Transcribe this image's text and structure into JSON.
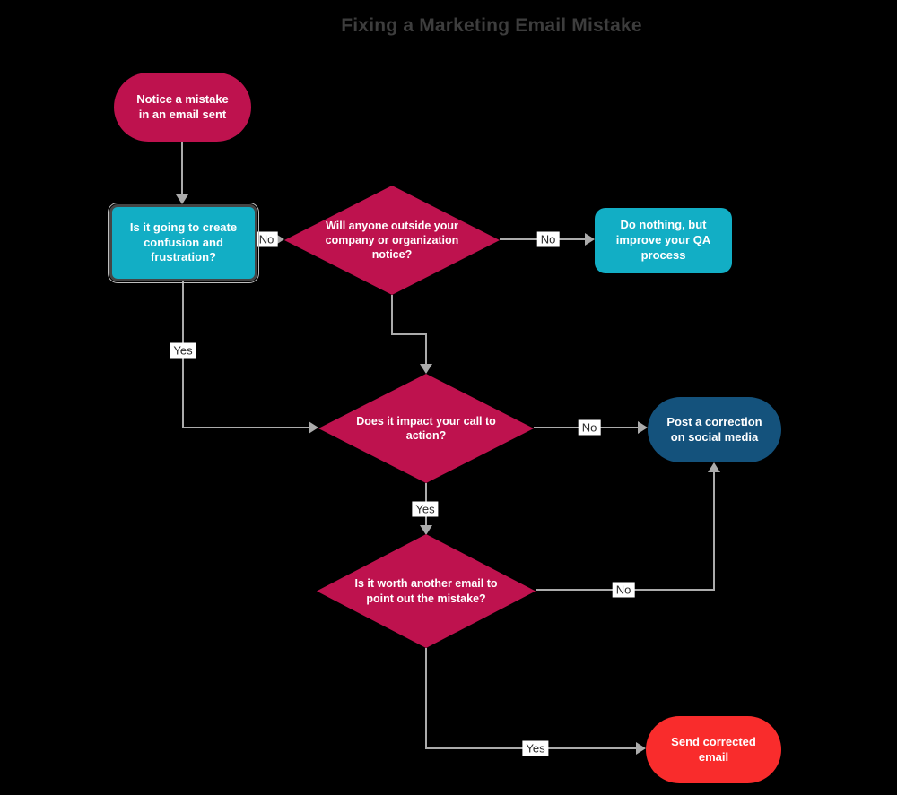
{
  "title": "Fixing a Marketing Email Mistake",
  "colors": {
    "background": "#000000",
    "title_text": "#3D3D3D",
    "node_crimson": "#BE124E",
    "node_teal": "#12AEC5",
    "node_dark_blue": "#14527C",
    "node_red": "#F92C2C",
    "node_text": "#FFFFFF",
    "connector_gray": "#ABABAB",
    "selected_border": "#454545",
    "edge_label_bg": "#FFFFFF",
    "edge_label_text": "#2B2B2B"
  },
  "nodes": {
    "start": {
      "label": "Notice a mistake in an email sent",
      "shape": "stadium",
      "fill": "#BE124E"
    },
    "confusion": {
      "label": "Is it going to create confusion and frustration?",
      "shape": "rectangle",
      "fill": "#12AEC5",
      "selected": true
    },
    "outside_notice": {
      "label": "Will anyone outside your company or organization notice?",
      "shape": "diamond",
      "fill": "#BE124E"
    },
    "do_nothing": {
      "label": "Do nothing, but improve your QA process",
      "shape": "rounded-rectangle",
      "fill": "#12AEC5"
    },
    "impact_cta": {
      "label": "Does it impact your call to action?",
      "shape": "diamond",
      "fill": "#BE124E"
    },
    "social_media": {
      "label": "Post a correction on social media",
      "shape": "stadium",
      "fill": "#14527C"
    },
    "worth_email": {
      "label": "Is it worth another email to point out the mistake?",
      "shape": "diamond",
      "fill": "#BE124E"
    },
    "send_email": {
      "label": "Send corrected email",
      "shape": "stadium",
      "fill": "#F92C2C"
    }
  },
  "edges": [
    {
      "from": "start",
      "to": "confusion",
      "label": ""
    },
    {
      "from": "confusion",
      "to": "outside_notice",
      "label": "No"
    },
    {
      "from": "outside_notice",
      "to": "do_nothing",
      "label": "No"
    },
    {
      "from": "outside_notice",
      "to": "impact_cta",
      "label": ""
    },
    {
      "from": "confusion",
      "to": "impact_cta",
      "label": "Yes"
    },
    {
      "from": "impact_cta",
      "to": "social_media",
      "label": "No"
    },
    {
      "from": "impact_cta",
      "to": "worth_email",
      "label": "Yes"
    },
    {
      "from": "worth_email",
      "to": "social_media",
      "label": "No"
    },
    {
      "from": "worth_email",
      "to": "send_email",
      "label": "Yes"
    }
  ]
}
